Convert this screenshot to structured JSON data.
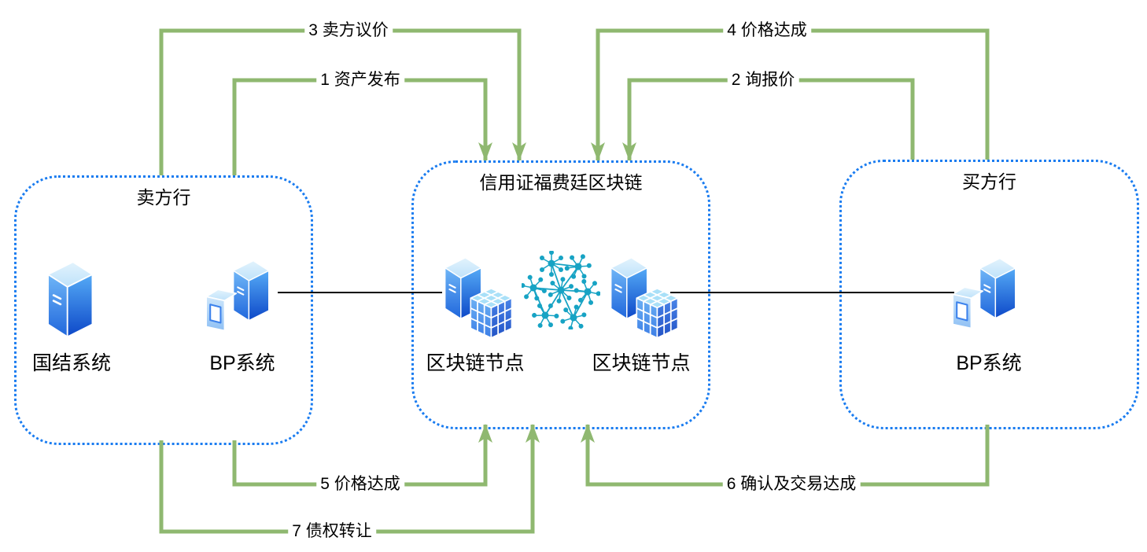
{
  "diagram": {
    "groups": {
      "seller": {
        "title": "卖方行",
        "nodes": [
          {
            "label": "国结系统",
            "icon": "server-icon"
          },
          {
            "label": "BP系统",
            "icon": "bp-system-icon"
          }
        ]
      },
      "blockchain": {
        "title": "信用证福费廷区块链",
        "nodes": [
          {
            "label": "区块链节点",
            "icon": "blockchain-node-icon"
          },
          {
            "label": "区块链节点",
            "icon": "blockchain-node-icon"
          }
        ],
        "center_icon": "network-icon"
      },
      "buyer": {
        "title": "买方行",
        "nodes": [
          {
            "label": "BP系统",
            "icon": "bp-system-icon"
          }
        ]
      }
    },
    "flows": [
      {
        "label": "1 资产发布",
        "from": "卖方行",
        "to": "信用证福费廷区块链"
      },
      {
        "label": "2 询报价",
        "from": "买方行",
        "to": "信用证福费廷区块链"
      },
      {
        "label": "3 卖方议价",
        "from": "卖方行",
        "to": "信用证福费廷区块链"
      },
      {
        "label": "4 价格达成",
        "from": "买方行",
        "to": "信用证福费廷区块链"
      },
      {
        "label": "5 价格达成",
        "from": "卖方行",
        "to": "信用证福费廷区块链"
      },
      {
        "label": "6 确认及交易达成",
        "from": "买方行",
        "to": "信用证福费廷区块链"
      },
      {
        "label": "7 债权转让",
        "from": "卖方行",
        "to": "信用证福费廷区块链"
      }
    ],
    "links": [
      {
        "from": "BP系统",
        "to": "区块链节点"
      },
      {
        "from": "区块链节点",
        "to": "BP系统"
      }
    ],
    "colors": {
      "arrow_green": "#8fb870",
      "border_blue": "#1a7cf0",
      "link_black": "#000000",
      "network_teal": "#17a3c4",
      "server_light": "#54aaf5",
      "server_dark": "#0d48c8"
    }
  }
}
